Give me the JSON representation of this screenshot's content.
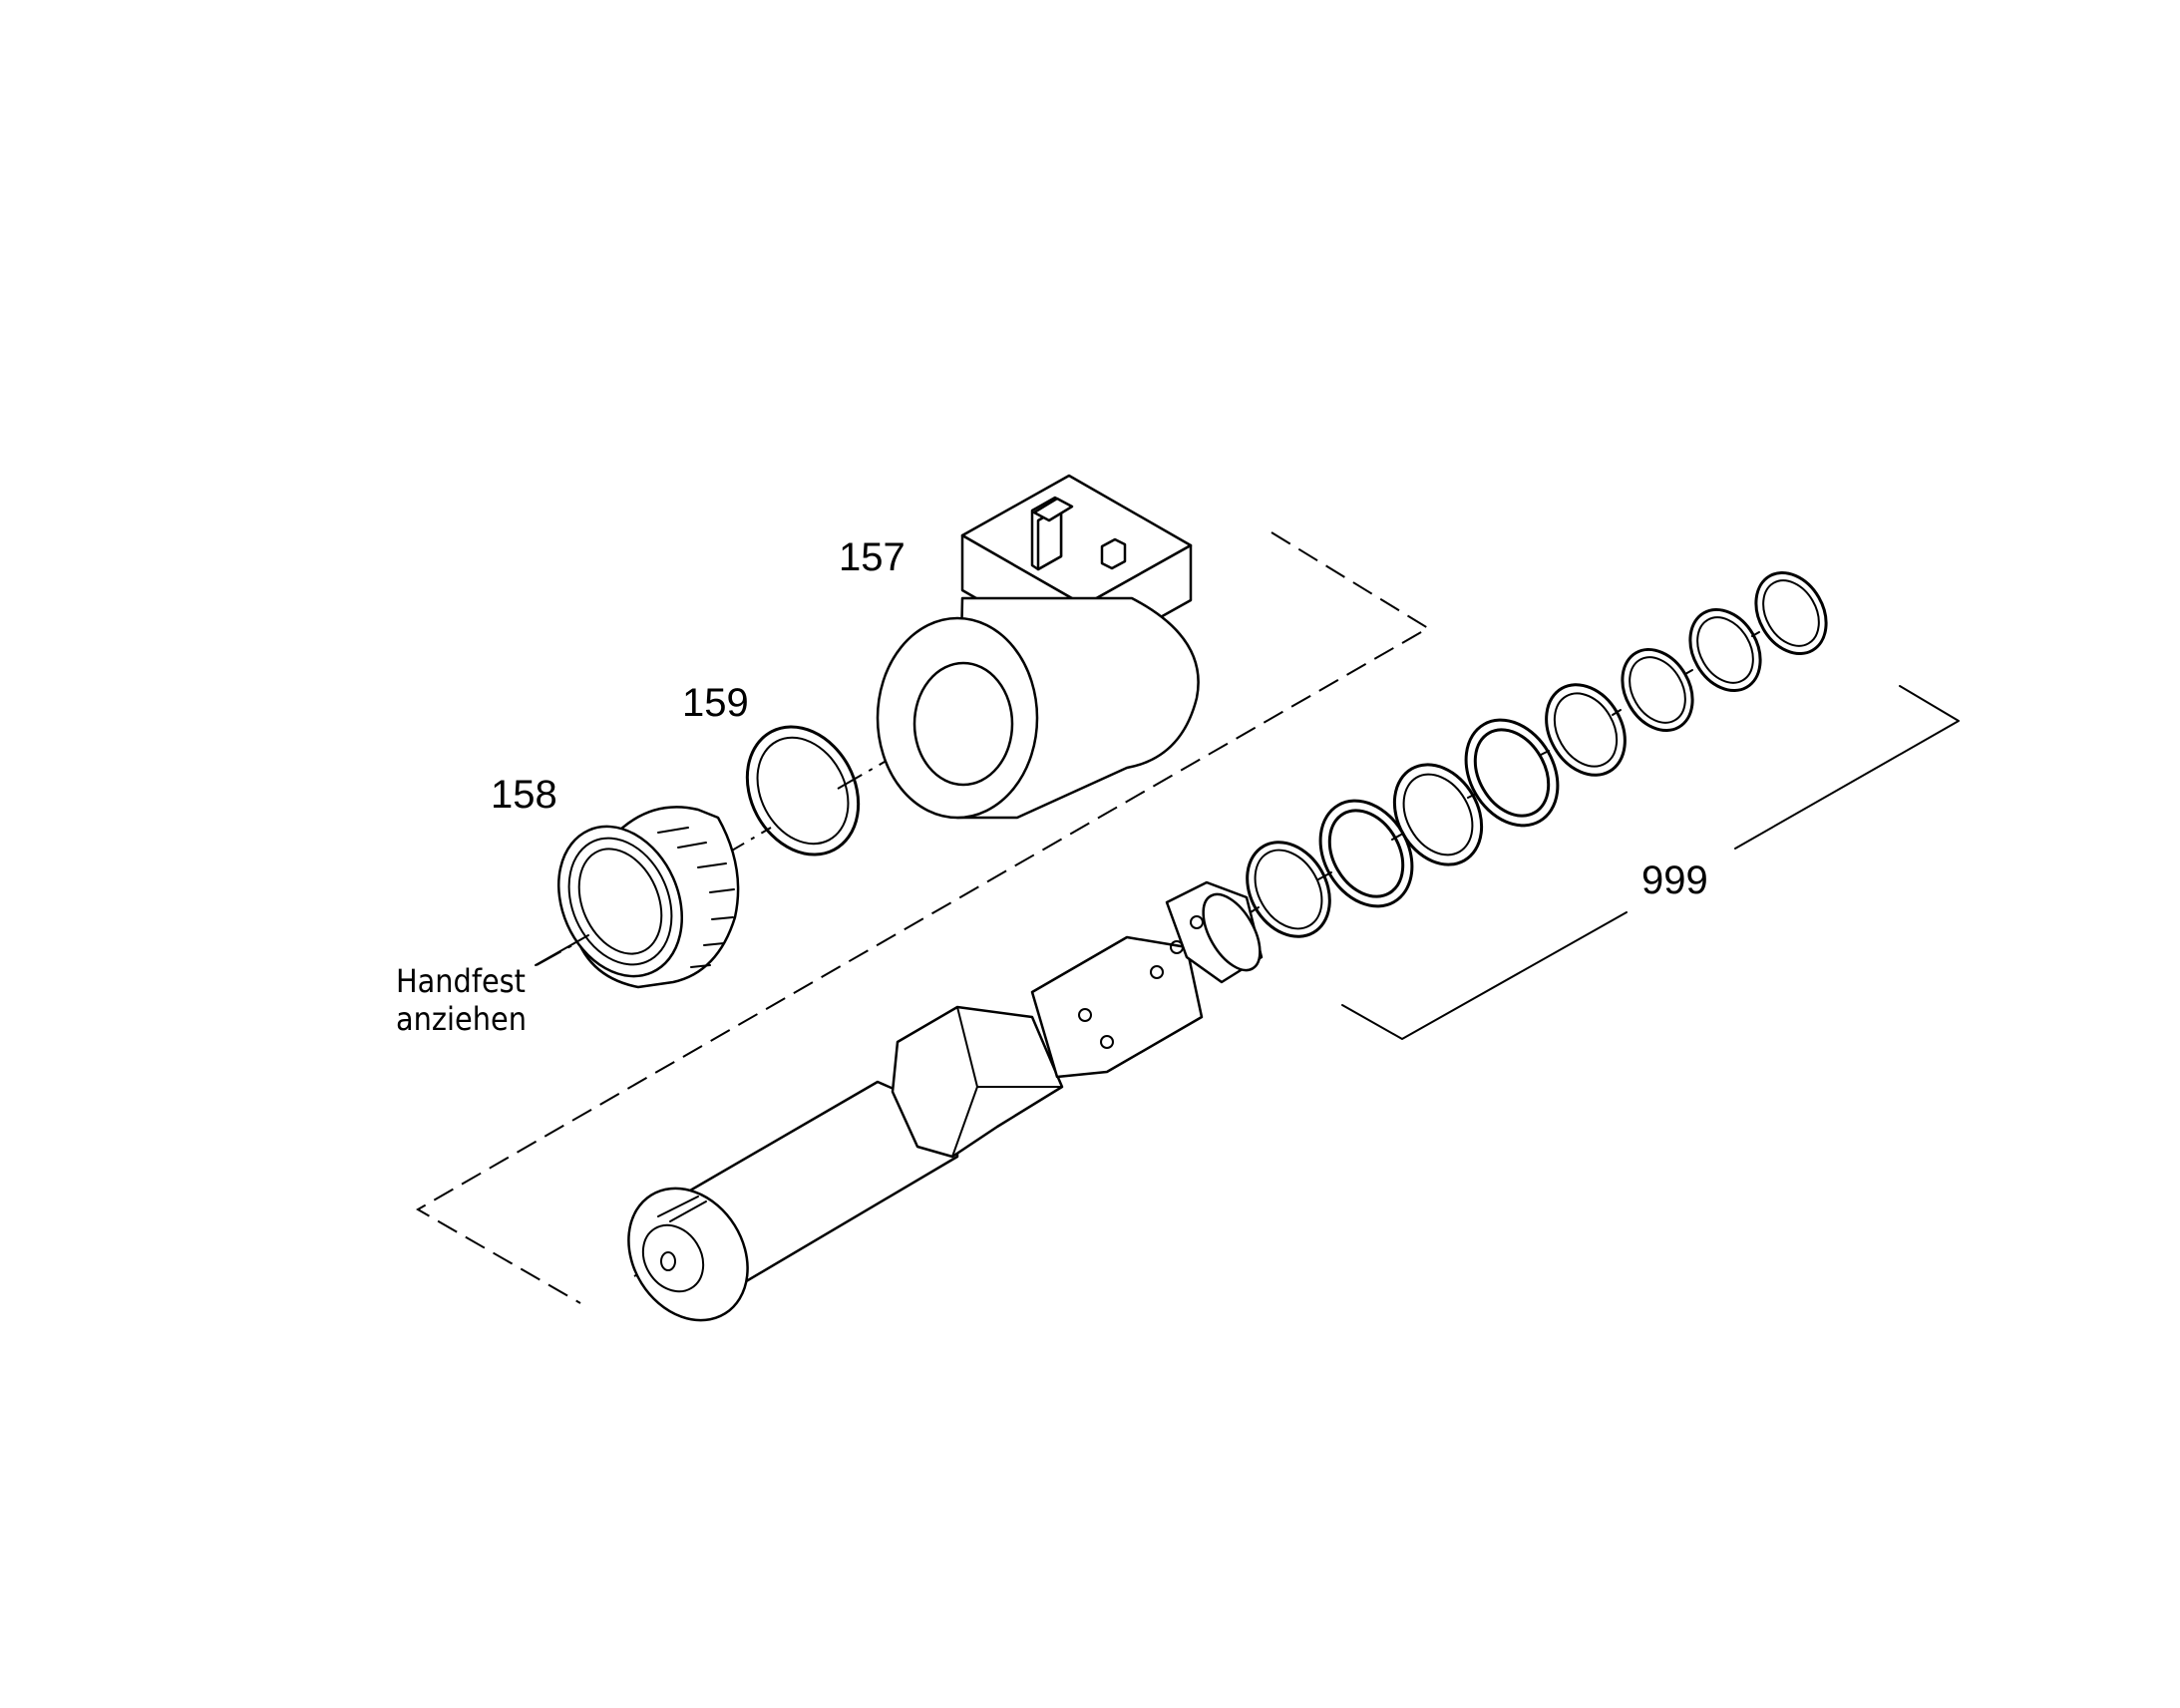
{
  "parts": [
    {
      "id": "coil",
      "callout": "157"
    },
    {
      "id": "seal-ring",
      "callout": "159"
    },
    {
      "id": "nut",
      "callout": "158"
    },
    {
      "id": "seal-kit",
      "callout": "999"
    }
  ],
  "notes": {
    "tighten_line1": "Handfest",
    "tighten_line2": "anziehen"
  }
}
